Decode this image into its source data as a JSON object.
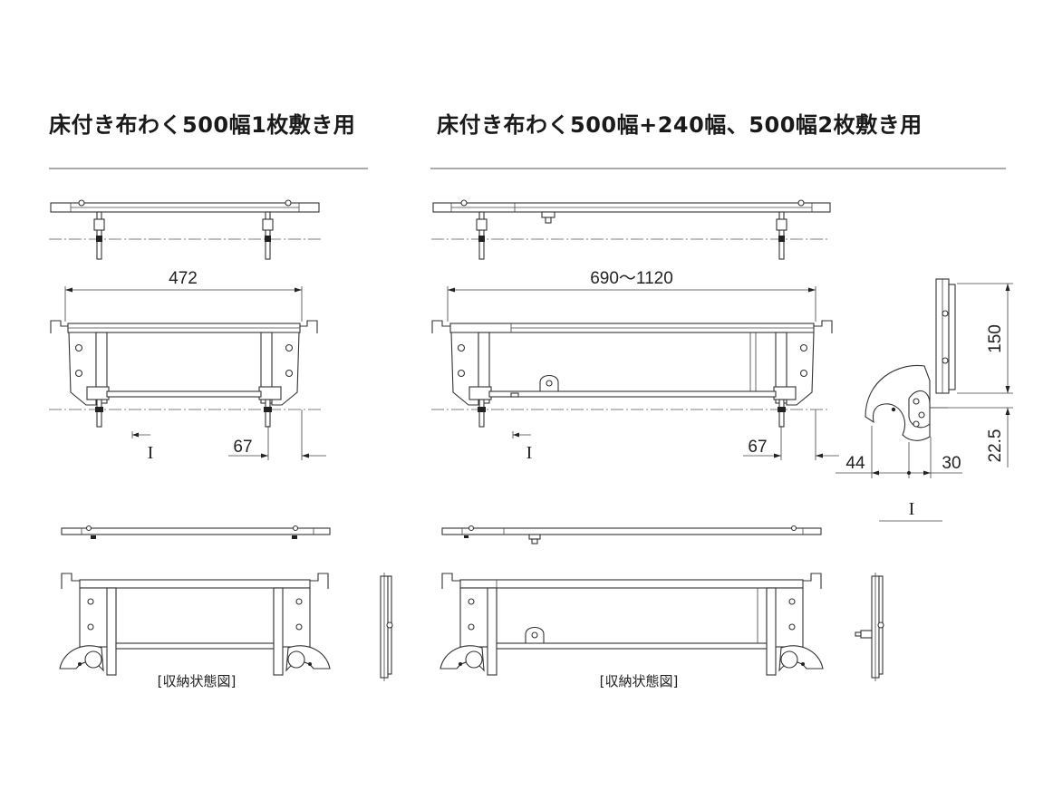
{
  "headings": {
    "left": "床付き布わく500幅1枚敷き用",
    "right": "床付き布わく500幅+240幅、500幅2枚敷き用"
  },
  "dimensions": {
    "left_width": "472",
    "right_width": "690～1120",
    "left_offset": "67",
    "right_offset": "67",
    "section_height": "150",
    "section_hook_height": "22.5",
    "section_left": "44",
    "section_right": "30"
  },
  "section_markers": {
    "left": "I",
    "right": "I",
    "detail": "I"
  },
  "captions": {
    "left_storage": "[収納状態図]",
    "right_storage": "[収納状態図]"
  }
}
